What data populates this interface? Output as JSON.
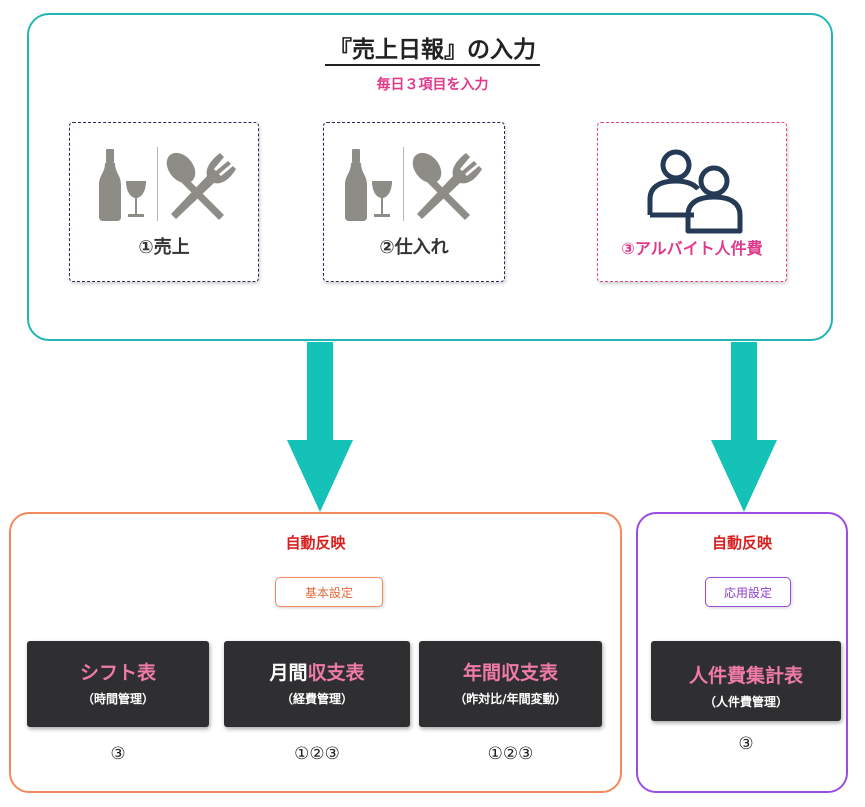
{
  "title": "『売上日報』の入力",
  "subtitle": "毎日３項目を入力",
  "cards": [
    {
      "label": "①売上",
      "icon": "wine-and-utensils-icon"
    },
    {
      "label": "②仕入れ",
      "icon": "wine-and-utensils-icon"
    },
    {
      "label": "③アルバイト人件費",
      "icon": "people-icon"
    }
  ],
  "left_panel": {
    "auto_label": "自動反映",
    "setting_label": "基本設定",
    "boxes": [
      {
        "title_plain": "",
        "title_accent": "シフト表",
        "sub": "（時間管理）",
        "nums": "③"
      },
      {
        "title_plain": "月間",
        "title_accent": "収支表",
        "sub": "（経費管理）",
        "nums": "①②③"
      },
      {
        "title_plain": "",
        "title_accent": "年間収支表",
        "sub": "（昨対比/年間変動）",
        "nums": "①②③"
      }
    ]
  },
  "right_panel": {
    "auto_label": "自動反映",
    "setting_label": "応用設定",
    "box": {
      "title": "人件費集計表",
      "sub": "（人件費管理）",
      "nums": "③"
    }
  },
  "colors": {
    "teal": "#22b5b5",
    "arrow": "#14c2b8",
    "pink": "#e03b8b",
    "orange": "#f08a5d",
    "purple": "#9b4de0",
    "red": "#d92020",
    "icon_gray": "#8e8c86",
    "icon_navy": "#243a55"
  }
}
